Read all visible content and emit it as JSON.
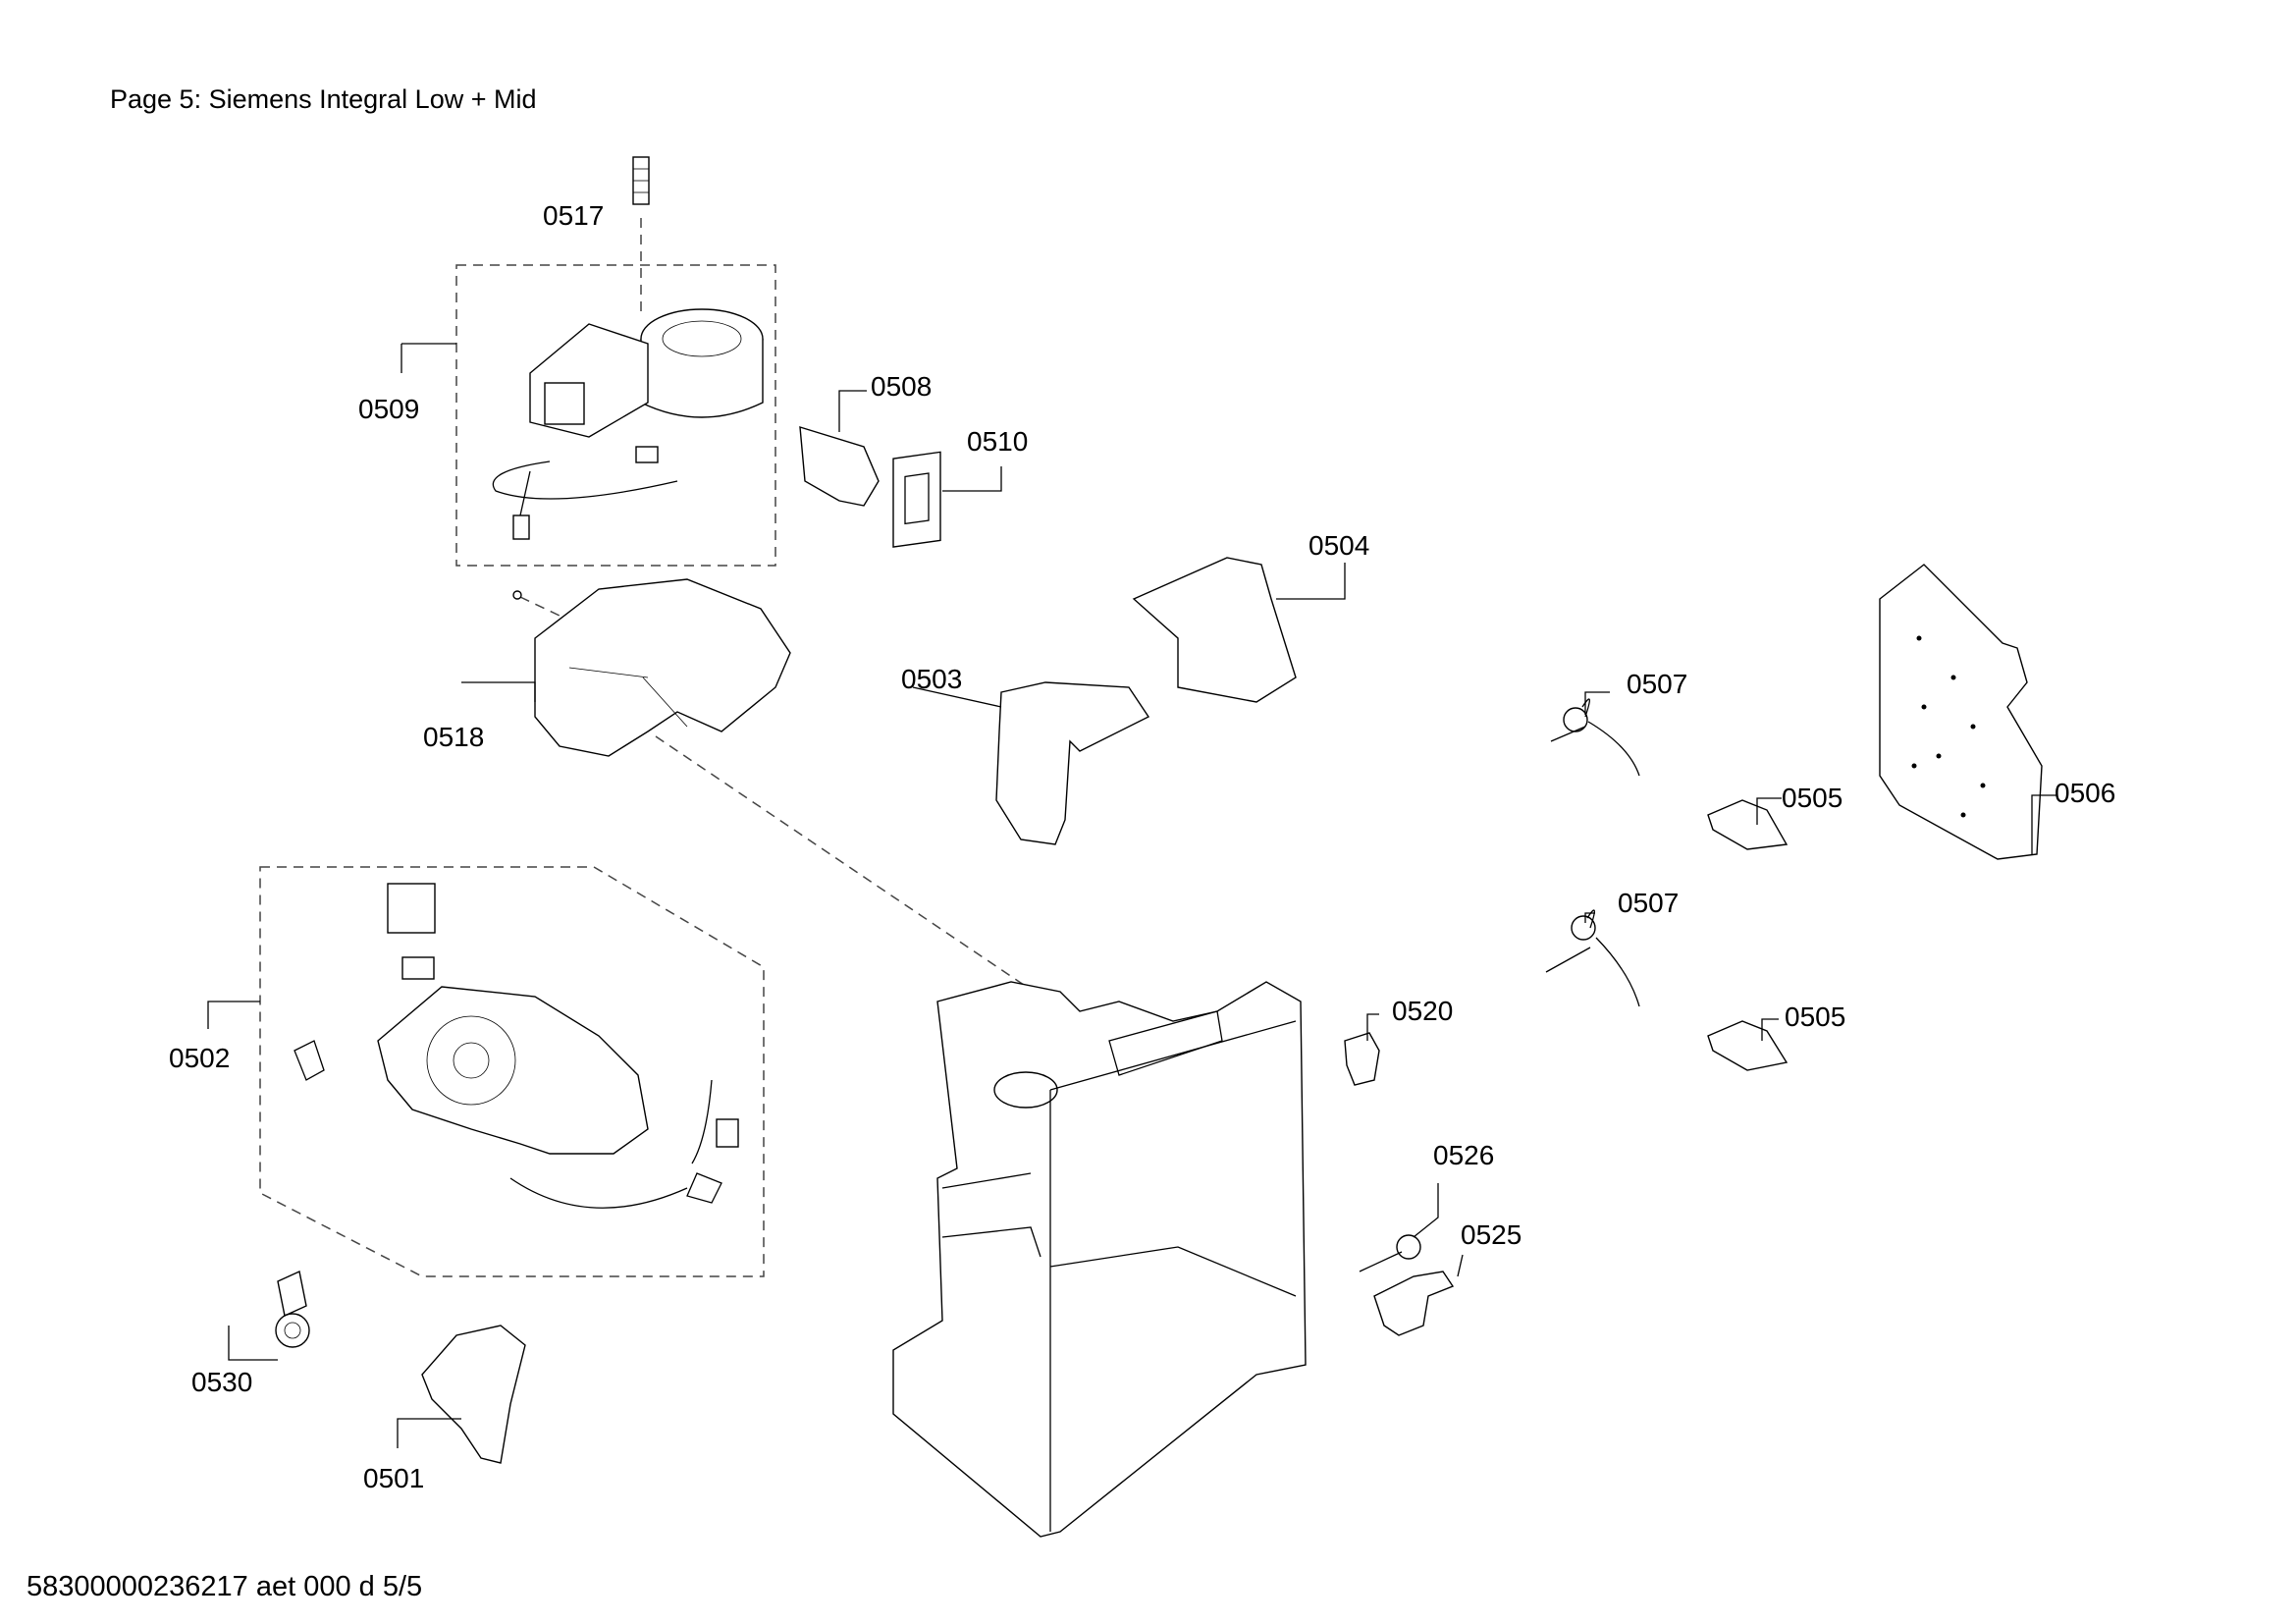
{
  "page": {
    "title": "Page 5: Siemens Integral Low + Mid",
    "document_code": "58300000236217 aet 000 d 5/5"
  },
  "parts": {
    "p0517": "0517",
    "p0509": "0509",
    "p0508": "0508",
    "p0510": "0510",
    "p0504": "0504",
    "p0503": "0503",
    "p0518": "0518",
    "p0507a": "0507",
    "p0505a": "0505",
    "p0506": "0506",
    "p0507b": "0507",
    "p0505b": "0505",
    "p0502": "0502",
    "p0520": "0520",
    "p0526": "0526",
    "p0525": "0525",
    "p0530": "0530",
    "p0501": "0501"
  }
}
